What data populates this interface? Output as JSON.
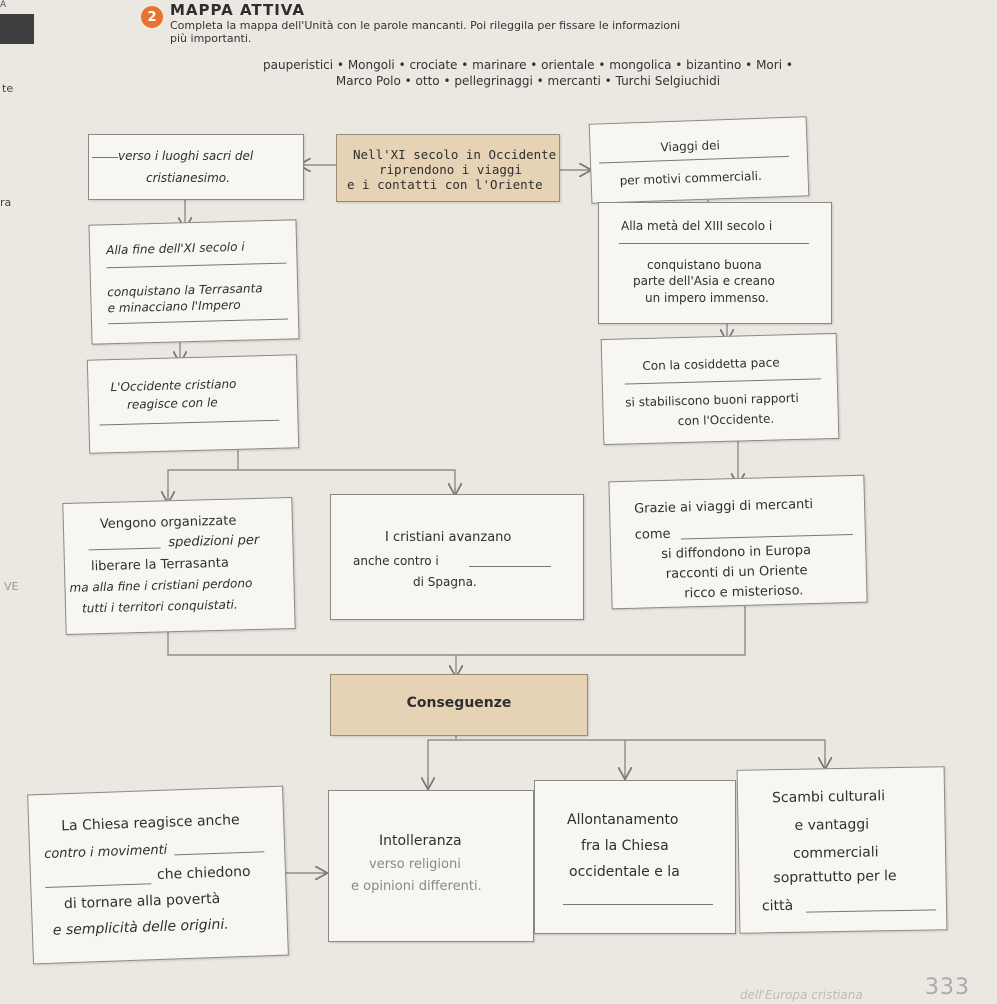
{
  "header": {
    "corner_top": "A",
    "exercise_number": "2",
    "title": "MAPPA ATTIVA",
    "instruction_line1": "Completa la mappa dell'Unità con le parole mancanti. Poi rileggila per fissare le informazioni",
    "instruction_line2": "più importanti.",
    "word_bank_line1": "pauperistici • Mongoli • crociate • marinare • orientale • mongolica • bizantino • Mori •",
    "word_bank_line2": "Marco Polo • otto • pellegrinaggi • mercanti • Turchi Selgiuchidi"
  },
  "margin": {
    "frag1": "te",
    "frag2": "ra",
    "frag3": "VE"
  },
  "top_center": {
    "line1": "Nell'XI secolo in Occidente",
    "line2": "riprendono i viaggi",
    "line3": "e i contatti con l'Oriente"
  },
  "top_left": {
    "line1": "verso i luoghi sacri del",
    "line2": "cristianesimo."
  },
  "top_right": {
    "line1": "Viaggi dei",
    "line2": "per motivi commerciali."
  },
  "left_1": {
    "line1": "Alla fine dell'XI secolo i",
    "line2": "conquistano la Terrasanta",
    "line3": "e minacciano l'Impero"
  },
  "right_1": {
    "line1": "Alla metà del XIII secolo i",
    "line2": "conquistano buona",
    "line3": "parte dell'Asia e creano",
    "line4": "un impero immenso."
  },
  "left_2": {
    "line1": "L'Occidente cristiano",
    "line2": "reagisce con le"
  },
  "right_2": {
    "line1": "Con la cosiddetta pace",
    "line2": "si stabiliscono buoni rapporti",
    "line3": "con l'Occidente."
  },
  "left_3": {
    "line1": "Vengono organizzate",
    "line2": "spedizioni per",
    "line3": "liberare la Terrasanta",
    "line4": "ma alla fine i cristiani perdono",
    "line5": "tutti i territori conquistati."
  },
  "center_3": {
    "line1": "I cristiani avanzano",
    "line2": "anche contro i",
    "line3": "di Spagna."
  },
  "right_3": {
    "line1": "Grazie ai viaggi di mercanti",
    "line2": "come",
    "line3": "si diffondono in Europa",
    "line4": "racconti di un Oriente",
    "line5": "ricco e misterioso."
  },
  "consequences_label": "Conseguenze",
  "bottom_1": {
    "line1": "La Chiesa reagisce anche",
    "line2": "contro i movimenti",
    "line3": "che chiedono",
    "line4": "di tornare alla povertà",
    "line5": "e semplicità delle origini."
  },
  "bottom_2": {
    "line1": "Intolleranza",
    "line2": "verso religioni",
    "line3": "e opinioni differenti."
  },
  "bottom_3": {
    "line1": "Allontanamento",
    "line2": "fra la Chiesa",
    "line3": "occidentale e la"
  },
  "bottom_4": {
    "line1": "Scambi culturali",
    "line2": "e vantaggi",
    "line3": "commerciali",
    "line4": "soprattutto per le",
    "line5": "città"
  },
  "footer": {
    "running_text": "dell'Europa cristiana",
    "page_number": "333"
  }
}
